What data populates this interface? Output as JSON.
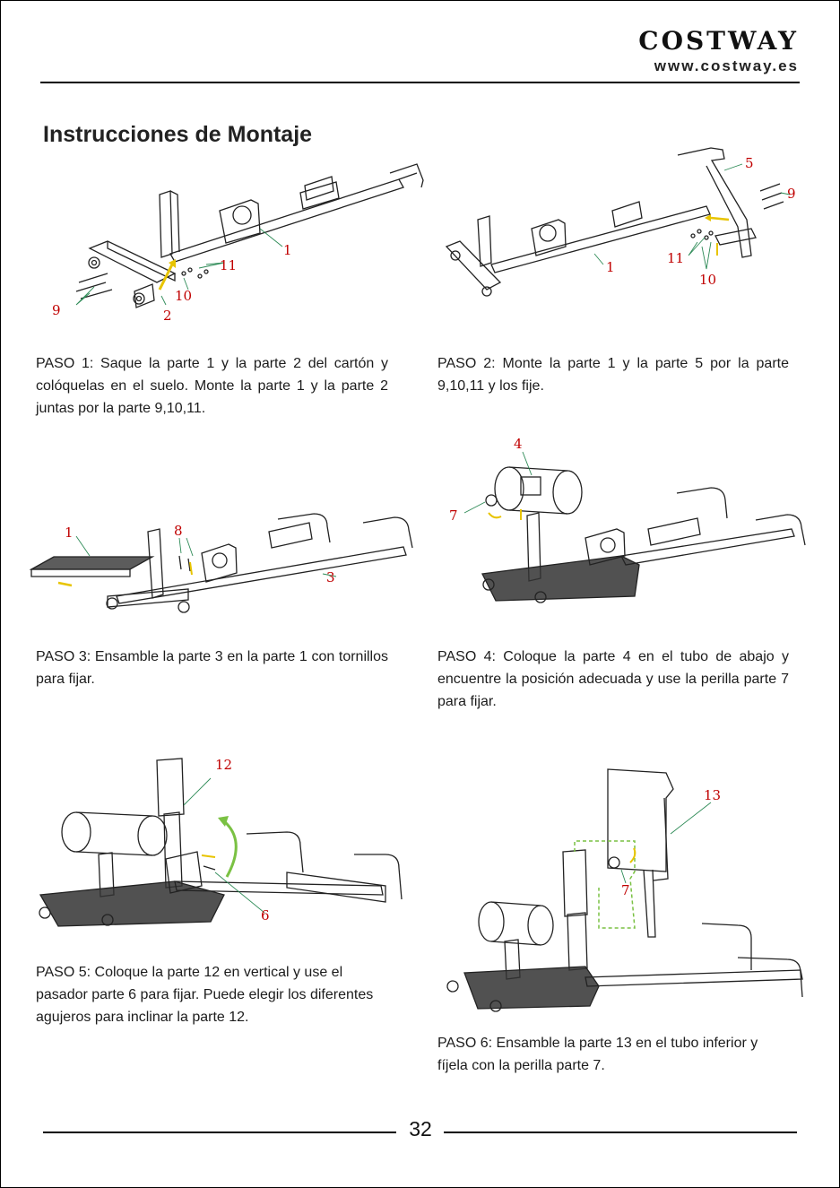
{
  "header": {
    "brand": "COSTWAY",
    "url": "www.costway.es"
  },
  "title": "Instrucciones de Montaje",
  "steps": [
    {
      "text": "PASO 1: Saque la parte 1 y la parte 2 del cartón y colóquelas en el suelo. Monte la parte 1 y la parte 2 juntas por la parte 9,10,11.",
      "labels": [
        "1",
        "2",
        "9",
        "10",
        "11"
      ]
    },
    {
      "text": "PASO 2: Monte la parte 1 y la parte 5 por la parte 9,10,11 y los fije.",
      "labels": [
        "1",
        "5",
        "9",
        "10",
        "11"
      ]
    },
    {
      "text": "PASO 3: Ensamble la parte 3 en la parte 1 con tornillos para fijar.",
      "labels": [
        "1",
        "3",
        "8"
      ]
    },
    {
      "text": "PASO 4: Coloque la parte 4 en el tubo de abajo y encuentre la posición adecuada y use la perilla parte 7 para fijar.",
      "labels": [
        "4",
        "7"
      ]
    },
    {
      "text": "PASO 5: Coloque la parte 12 en vertical y use el pasador parte 6 para fijar. Puede elegir los diferentes agujeros para inclinar la parte 12.",
      "labels": [
        "12",
        "6"
      ]
    },
    {
      "text": "PASO 6: Ensamble la parte 13 en el tubo inferior y fíjela con la perilla parte 7.",
      "labels": [
        "13",
        "7"
      ]
    }
  ],
  "page_number": "32",
  "colors": {
    "callout": "#c00000",
    "arrow": "#e8c400",
    "accent": "#7ac143"
  }
}
